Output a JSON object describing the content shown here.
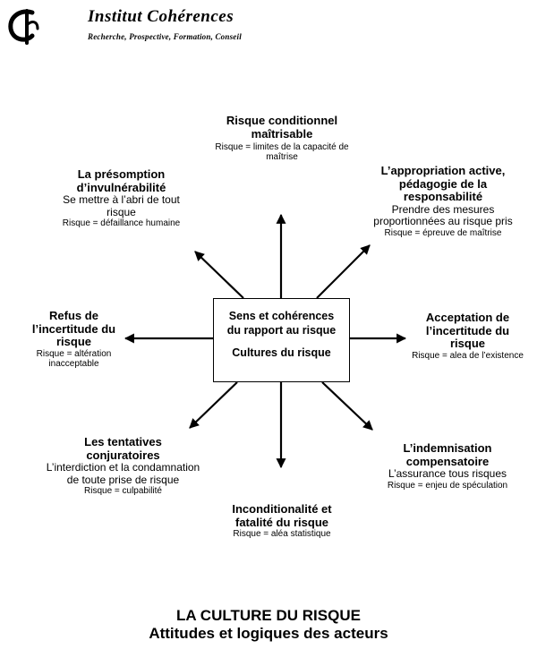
{
  "header": {
    "title": "Institut Cohérences",
    "subtitle": "Recherche, Prospective, Formation, Conseil"
  },
  "center": {
    "line1": "Sens et cohérences",
    "line2": "du rapport au risque",
    "line3": "Cultures du risque"
  },
  "nodes": {
    "top": {
      "title1": "Risque conditionnel",
      "title2": "maîtrisable",
      "small1": "Risque = limites de la capacité de",
      "small2": "maîtrise"
    },
    "top_right": {
      "title1": "L’appropriation active,",
      "title2": "pédagogie de la",
      "title3": "responsabilité",
      "desc1": "Prendre des mesures",
      "desc2": "proportionnées au risque pris",
      "small1": "Risque = épreuve de maîtrise"
    },
    "right": {
      "title1": "Acceptation de",
      "title2": "l’incertitude du",
      "title3": "risque",
      "small1": "Risque = alea de l’existence"
    },
    "bottom_right": {
      "title1": "L’indemnisation",
      "title2": "compensatoire",
      "desc1": "L’assurance tous risques",
      "small1": "Risque = enjeu de spéculation"
    },
    "bottom": {
      "title1": "Inconditionalité et",
      "title2": "fatalité du risque",
      "small1": "Risque = aléa statistique"
    },
    "bottom_left": {
      "title1": "Les tentatives",
      "title2": "conjuratoires",
      "desc1": "L’interdiction et la condamnation",
      "desc2": "de toute prise de risque",
      "small1": "Risque = culpabilité"
    },
    "left": {
      "title1": "Refus de",
      "title2": "l’incertitude du",
      "title3": "risque",
      "small1": "Risque = altération",
      "small2": "inacceptable"
    },
    "top_left": {
      "title1": "La présomption",
      "title2": "d’invulnérabilité",
      "desc1": "Se mettre à l’abri de tout",
      "desc2": "risque",
      "small1": "Risque = défaillance humaine"
    }
  },
  "footer": {
    "title": "LA CULTURE DU RISQUE",
    "subtitle": "Attitudes et logiques des acteurs"
  }
}
